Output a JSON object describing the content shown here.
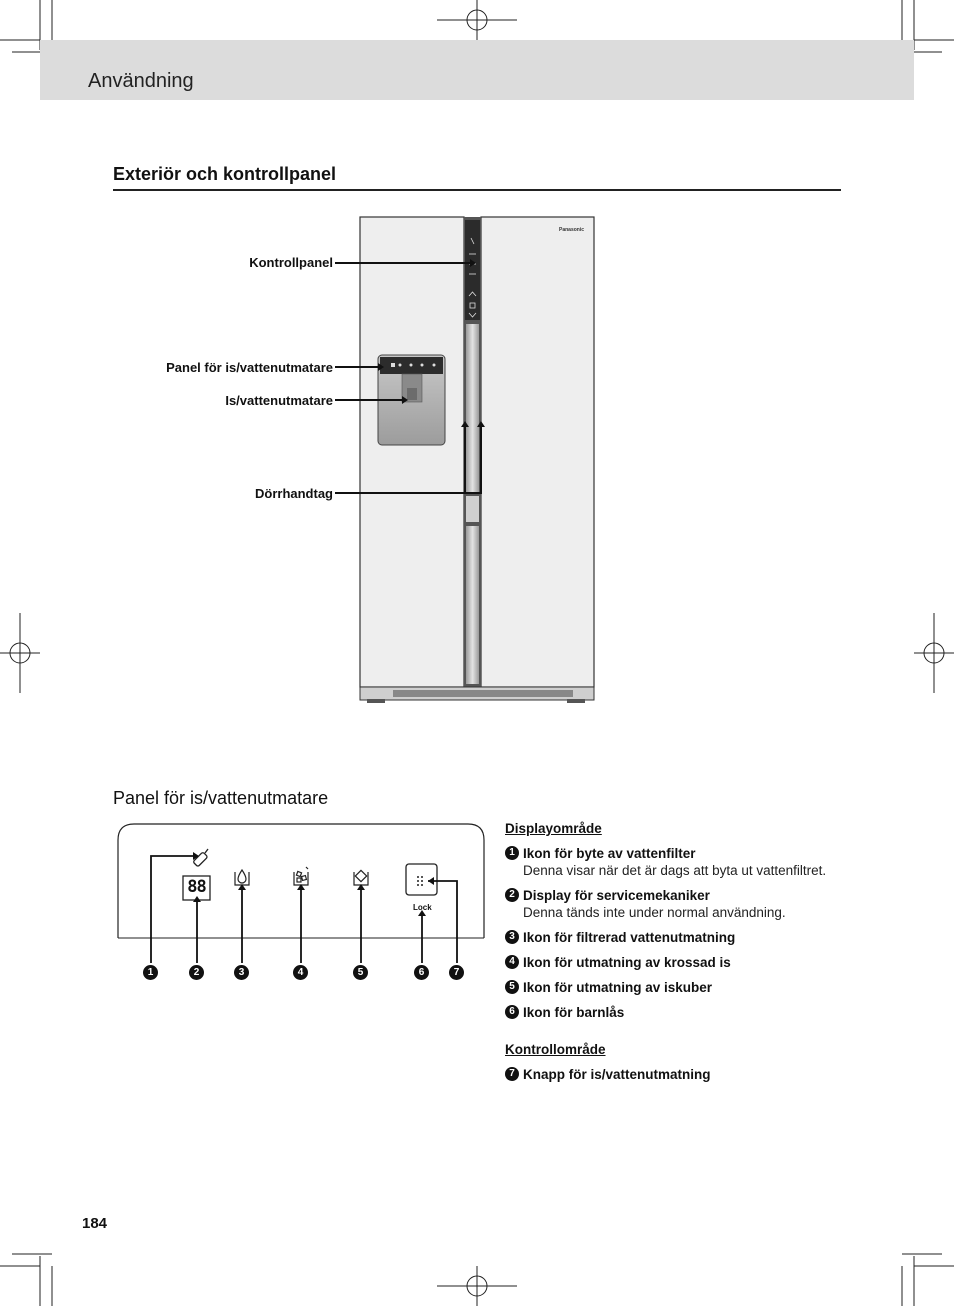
{
  "header": {
    "title": "Användning"
  },
  "section": {
    "title": "Exteriör och kontrollpanel"
  },
  "callouts": {
    "control_panel": "Kontrollpanel",
    "dispenser_panel": "Panel för is/vattenutmatare",
    "dispenser": "Is/vattenutmatare",
    "door_handle": "Dörrhandtag"
  },
  "fridge": {
    "brand": "Panasonic"
  },
  "panel": {
    "title": "Panel för is/vattenutmatare",
    "display_digits": "88",
    "lock_label": "Lock",
    "numbers": [
      "1",
      "2",
      "3",
      "4",
      "5",
      "6",
      "7"
    ]
  },
  "legend": {
    "display_area_title": "Displayområde",
    "items": [
      {
        "num": "1",
        "title": "Ikon för byte av vattenfilter",
        "desc": "Denna visar när det är dags att byta ut vattenfiltret."
      },
      {
        "num": "2",
        "title": "Display för servicemekaniker",
        "desc": "Denna tänds inte under normal användning."
      },
      {
        "num": "3",
        "title": "Ikon för filtrerad vattenutmatning",
        "desc": ""
      },
      {
        "num": "4",
        "title": "Ikon för utmatning av krossad is",
        "desc": ""
      },
      {
        "num": "5",
        "title": "Ikon för utmatning av iskuber",
        "desc": ""
      },
      {
        "num": "6",
        "title": "Ikon för barnlås",
        "desc": ""
      }
    ],
    "control_area_title": "Kontrollområde",
    "control_items": [
      {
        "num": "7",
        "title": "Knapp för is/vattenutmatning"
      }
    ]
  },
  "footer": {
    "page_number": "184"
  }
}
